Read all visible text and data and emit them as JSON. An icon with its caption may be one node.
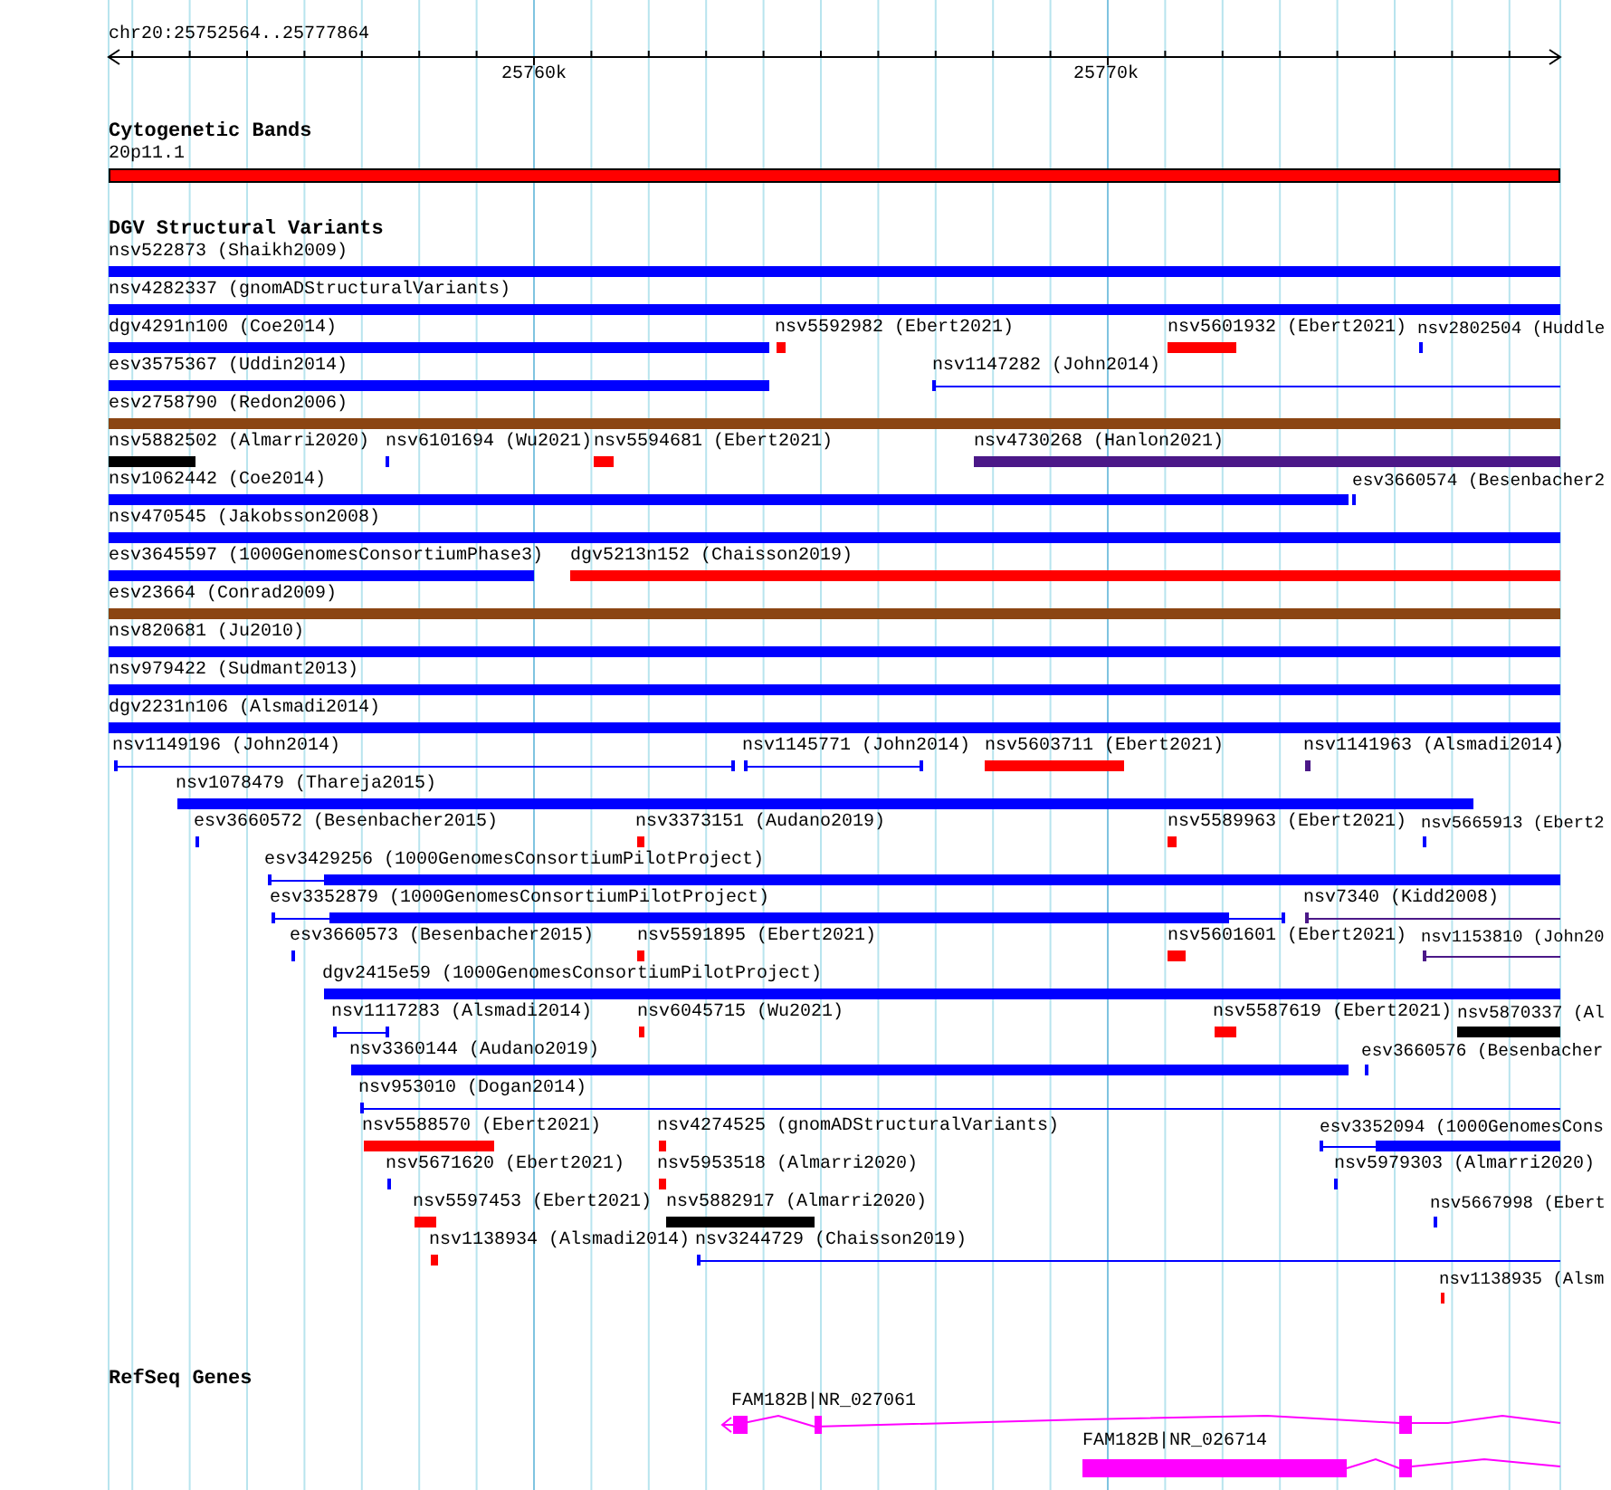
{
  "diagram": {
    "labels": [
      "chr20:25752564..25777864",
      "25760k",
      "25770k",
      "Cytogenetic Bands",
      "20p11.1",
      "DGV Structural Variants",
      "nsv522873 (Shaikh2009)",
      "nsv4282337 (gnomADStructuralVariants)",
      "dgv4291n100 (Coe2014)",
      "nsv5592982 (Ebert2021)",
      "nsv5601932 (Ebert2021)",
      "nsv2802504 (Huddle",
      "esv3575367 (Uddin2014)",
      "nsv1147282 (John2014)",
      "esv2758790 (Redon2006)",
      "nsv5882502 (Almarri2020)",
      "nsv6101694 (Wu2021)",
      "nsv5594681 (Ebert2021)",
      "nsv4730268 (Hanlon2021)",
      "nsv1062442 (Coe2014)",
      "esv3660574 (Besenbacher2",
      "nsv470545 (Jakobsson2008)",
      "esv3645597 (1000GenomesConsortiumPhase3)",
      "dgv5213n152 (Chaisson2019)",
      "esv23664 (Conrad2009)",
      "nsv820681 (Ju2010)",
      "nsv979422 (Sudmant2013)",
      "dgv2231n106 (Alsmadi2014)",
      "nsv1149196 (John2014)",
      "nsv1145771 (John2014)",
      "nsv5603711 (Ebert2021)",
      "nsv1141963 (Alsmadi2014)",
      "nsv1078479 (Thareja2015)",
      "esv3660572 (Besenbacher2015)",
      "nsv3373151 (Audano2019)",
      "nsv5589963 (Ebert2021)",
      "nsv5665913 (Ebert2",
      "esv3429256 (1000GenomesConsortiumPilotProject)",
      "esv3352879 (1000GenomesConsortiumPilotProject)",
      "nsv7340 (Kidd2008)",
      "esv3660573 (Besenbacher2015)",
      "nsv5591895 (Ebert2021)",
      "nsv5601601 (Ebert2021)",
      "nsv1153810 (John20",
      "dgv2415e59 (1000GenomesConsortiumPilotProject)",
      "nsv1117283 (Alsmadi2014)",
      "nsv6045715 (Wu2021)",
      "nsv5587619 (Ebert2021)",
      "nsv5870337 (Al",
      "nsv3360144 (Audano2019)",
      "esv3660576 (Besenbacher",
      "nsv953010 (Dogan2014)",
      "nsv5588570 (Ebert2021)",
      "nsv4274525 (gnomADStructuralVariants)",
      "esv3352094 (1000GenomesCons",
      "nsv5671620 (Ebert2021)",
      "nsv5953518 (Almarri2020)",
      "nsv5979303 (Almarri2020)",
      "nsv5597453 (Ebert2021)",
      "nsv5882917 (Almarri2020)",
      "nsv5667998 (Ebert",
      "nsv1138934 (Alsmadi2014)",
      "nsv3244729 (Chaisson2019)",
      "nsv1138935 (Alsm",
      "RefSeq Genes",
      "FAM182B|NR_027061",
      "FAM182B|NR_026714"
    ]
  }
}
